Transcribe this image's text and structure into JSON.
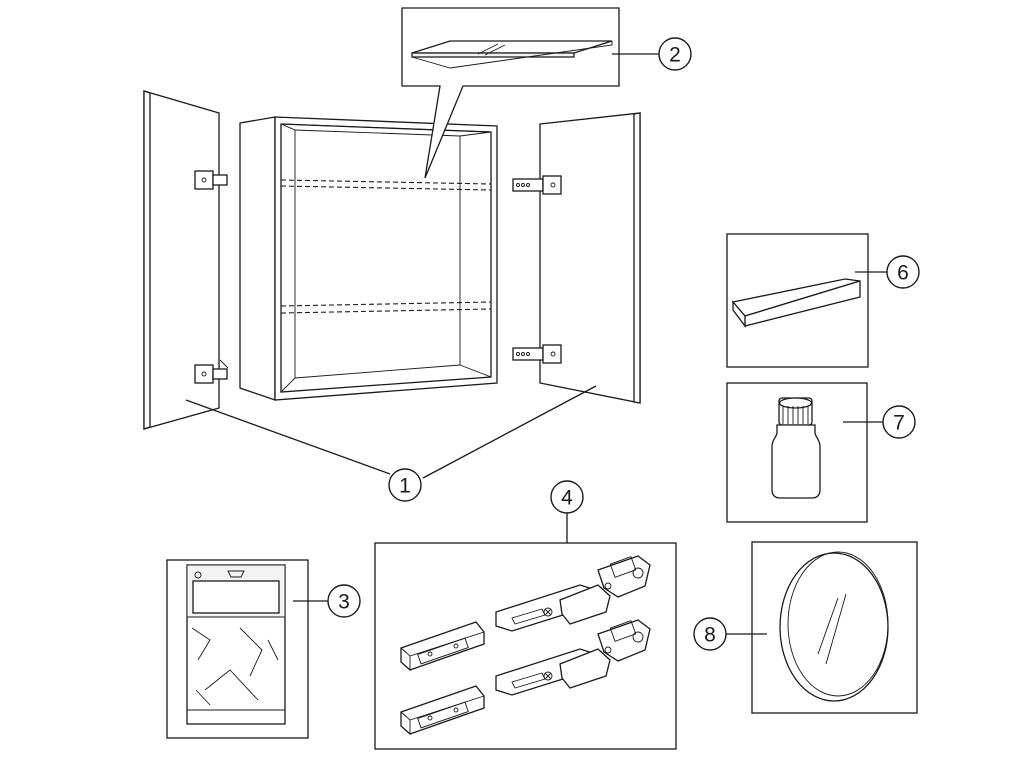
{
  "callouts": [
    "1",
    "2",
    "3",
    "4",
    "6",
    "7",
    "8"
  ]
}
